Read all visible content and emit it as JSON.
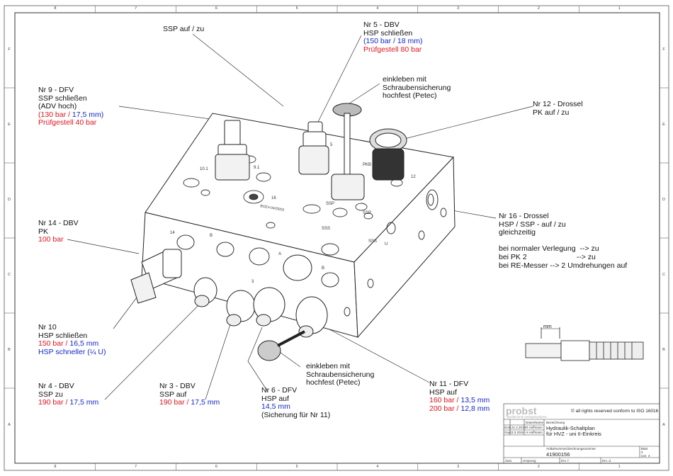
{
  "sheet": {
    "zone_numbers": [
      "8",
      "7",
      "6",
      "5",
      "4",
      "3",
      "2",
      "1"
    ],
    "zone_letters": [
      "F",
      "E",
      "D",
      "C",
      "B",
      "A"
    ],
    "colors": {
      "black": "#111111",
      "red": "#e0141e",
      "blue": "#1428c8",
      "line": "#333333"
    }
  },
  "annotations": {
    "ssp_auf_zu": {
      "title": "SSP auf / zu"
    },
    "nr5": {
      "title": "Nr 5 - DBV",
      "line2": "HSP schließen",
      "blue": "(150 bar / 18 mm)",
      "red": "Prüfgestell 80 bar"
    },
    "kleben_top": {
      "line1": "einkleben mit",
      "line2": "Schraubensicherung",
      "line3": "hochfest (Petec)"
    },
    "nr12": {
      "title": "Nr 12 - Drossel",
      "line2": "PK auf / zu"
    },
    "nr9": {
      "title": "Nr 9 - DFV",
      "line2": "SSP schließen",
      "line3": "(ADV hoch)",
      "red_a": "(130 bar / ",
      "blue_a": "17,5 mm)",
      "red_b": "Prüfgestell 40 bar"
    },
    "nr16": {
      "title": "Nr 16 - Drossel",
      "line2": "HSP / SSP - auf / zu",
      "line3": "gleichzeitig",
      "line4": "bei normaler Verlegung  --> zu",
      "line5": "bei PK 2                        --> zu",
      "line6": "bei RE-Messer --> 2 Umdrehungen auf"
    },
    "nr14": {
      "title": "Nr 14 - DBV",
      "line2": "PK",
      "red": "100 bar"
    },
    "nr10": {
      "title": "Nr 10",
      "line2": "HSP schließen",
      "red": "150 bar / ",
      "blue": "16,5 mm",
      "blue2": "HSP schneller (¼ U)"
    },
    "nr4": {
      "title": "Nr 4 - DBV",
      "line2": "SSP zu",
      "red": "190 bar / ",
      "blue": "17,5 mm"
    },
    "nr3": {
      "title": "Nr 3 - DBV",
      "line2": "SSP auf",
      "red": "190 bar / ",
      "blue": "17,5 mm"
    },
    "nr6": {
      "title": "Nr 6 - DFV",
      "line2": "HSP auf",
      "blue": "14,5 mm",
      "line4": "(Sicherung für Nr 11)"
    },
    "kleben_bottom": {
      "line1": "einkleben mit",
      "line2": "Schraubensicherung",
      "line3": "hochfest (Petec)"
    },
    "nr11": {
      "title": "Nr 11 - DFV",
      "line2": "HSP auf",
      "red1": "160 bar / ",
      "blue1": "13,5 mm",
      "red2": "200 bar / ",
      "blue2": "12,8 mm"
    },
    "detail_dim": "mm"
  },
  "block_marks": {
    "ports": [
      "10.1",
      "9.1",
      "16",
      "5",
      "SSP",
      "SSP",
      "PKB",
      "12",
      "14",
      "B",
      "A",
      "3",
      "B",
      "SSS",
      "SSS",
      "U"
    ],
    "engraving": "BCEV-04/25/02"
  },
  "title_block": {
    "logo": "probst",
    "logo_sub": "greiftechnik verlegesysteme",
    "copyright": "© all rights reserved conform to ISO 16016",
    "bezeichnung_label": "Bezeichnung",
    "title_line1": "Hydraulik-Schaltplan",
    "title_line2": "für HVZ - uni II-Einkreis",
    "datum_label": "Datum",
    "name_label": "Name",
    "rows": [
      {
        "label": "Erstl.",
        "date": "21.2.2016",
        "name": "R.Hoffmann"
      },
      {
        "label": "Gepr.",
        "date": "3.3.2016",
        "name": "H.Hoffmann"
      }
    ],
    "number_label": "Artikelnummer/Zeichnungsnummer",
    "number": "41900156",
    "blatt_label": "Blatt",
    "blatt_value": "3",
    "von_label": "von",
    "von_value": "4",
    "zust_label": "Zust.",
    "aend_label": "Ursprung",
    "ers_fuer": "Ers. f.",
    "ers_durch": "Ers. d."
  }
}
